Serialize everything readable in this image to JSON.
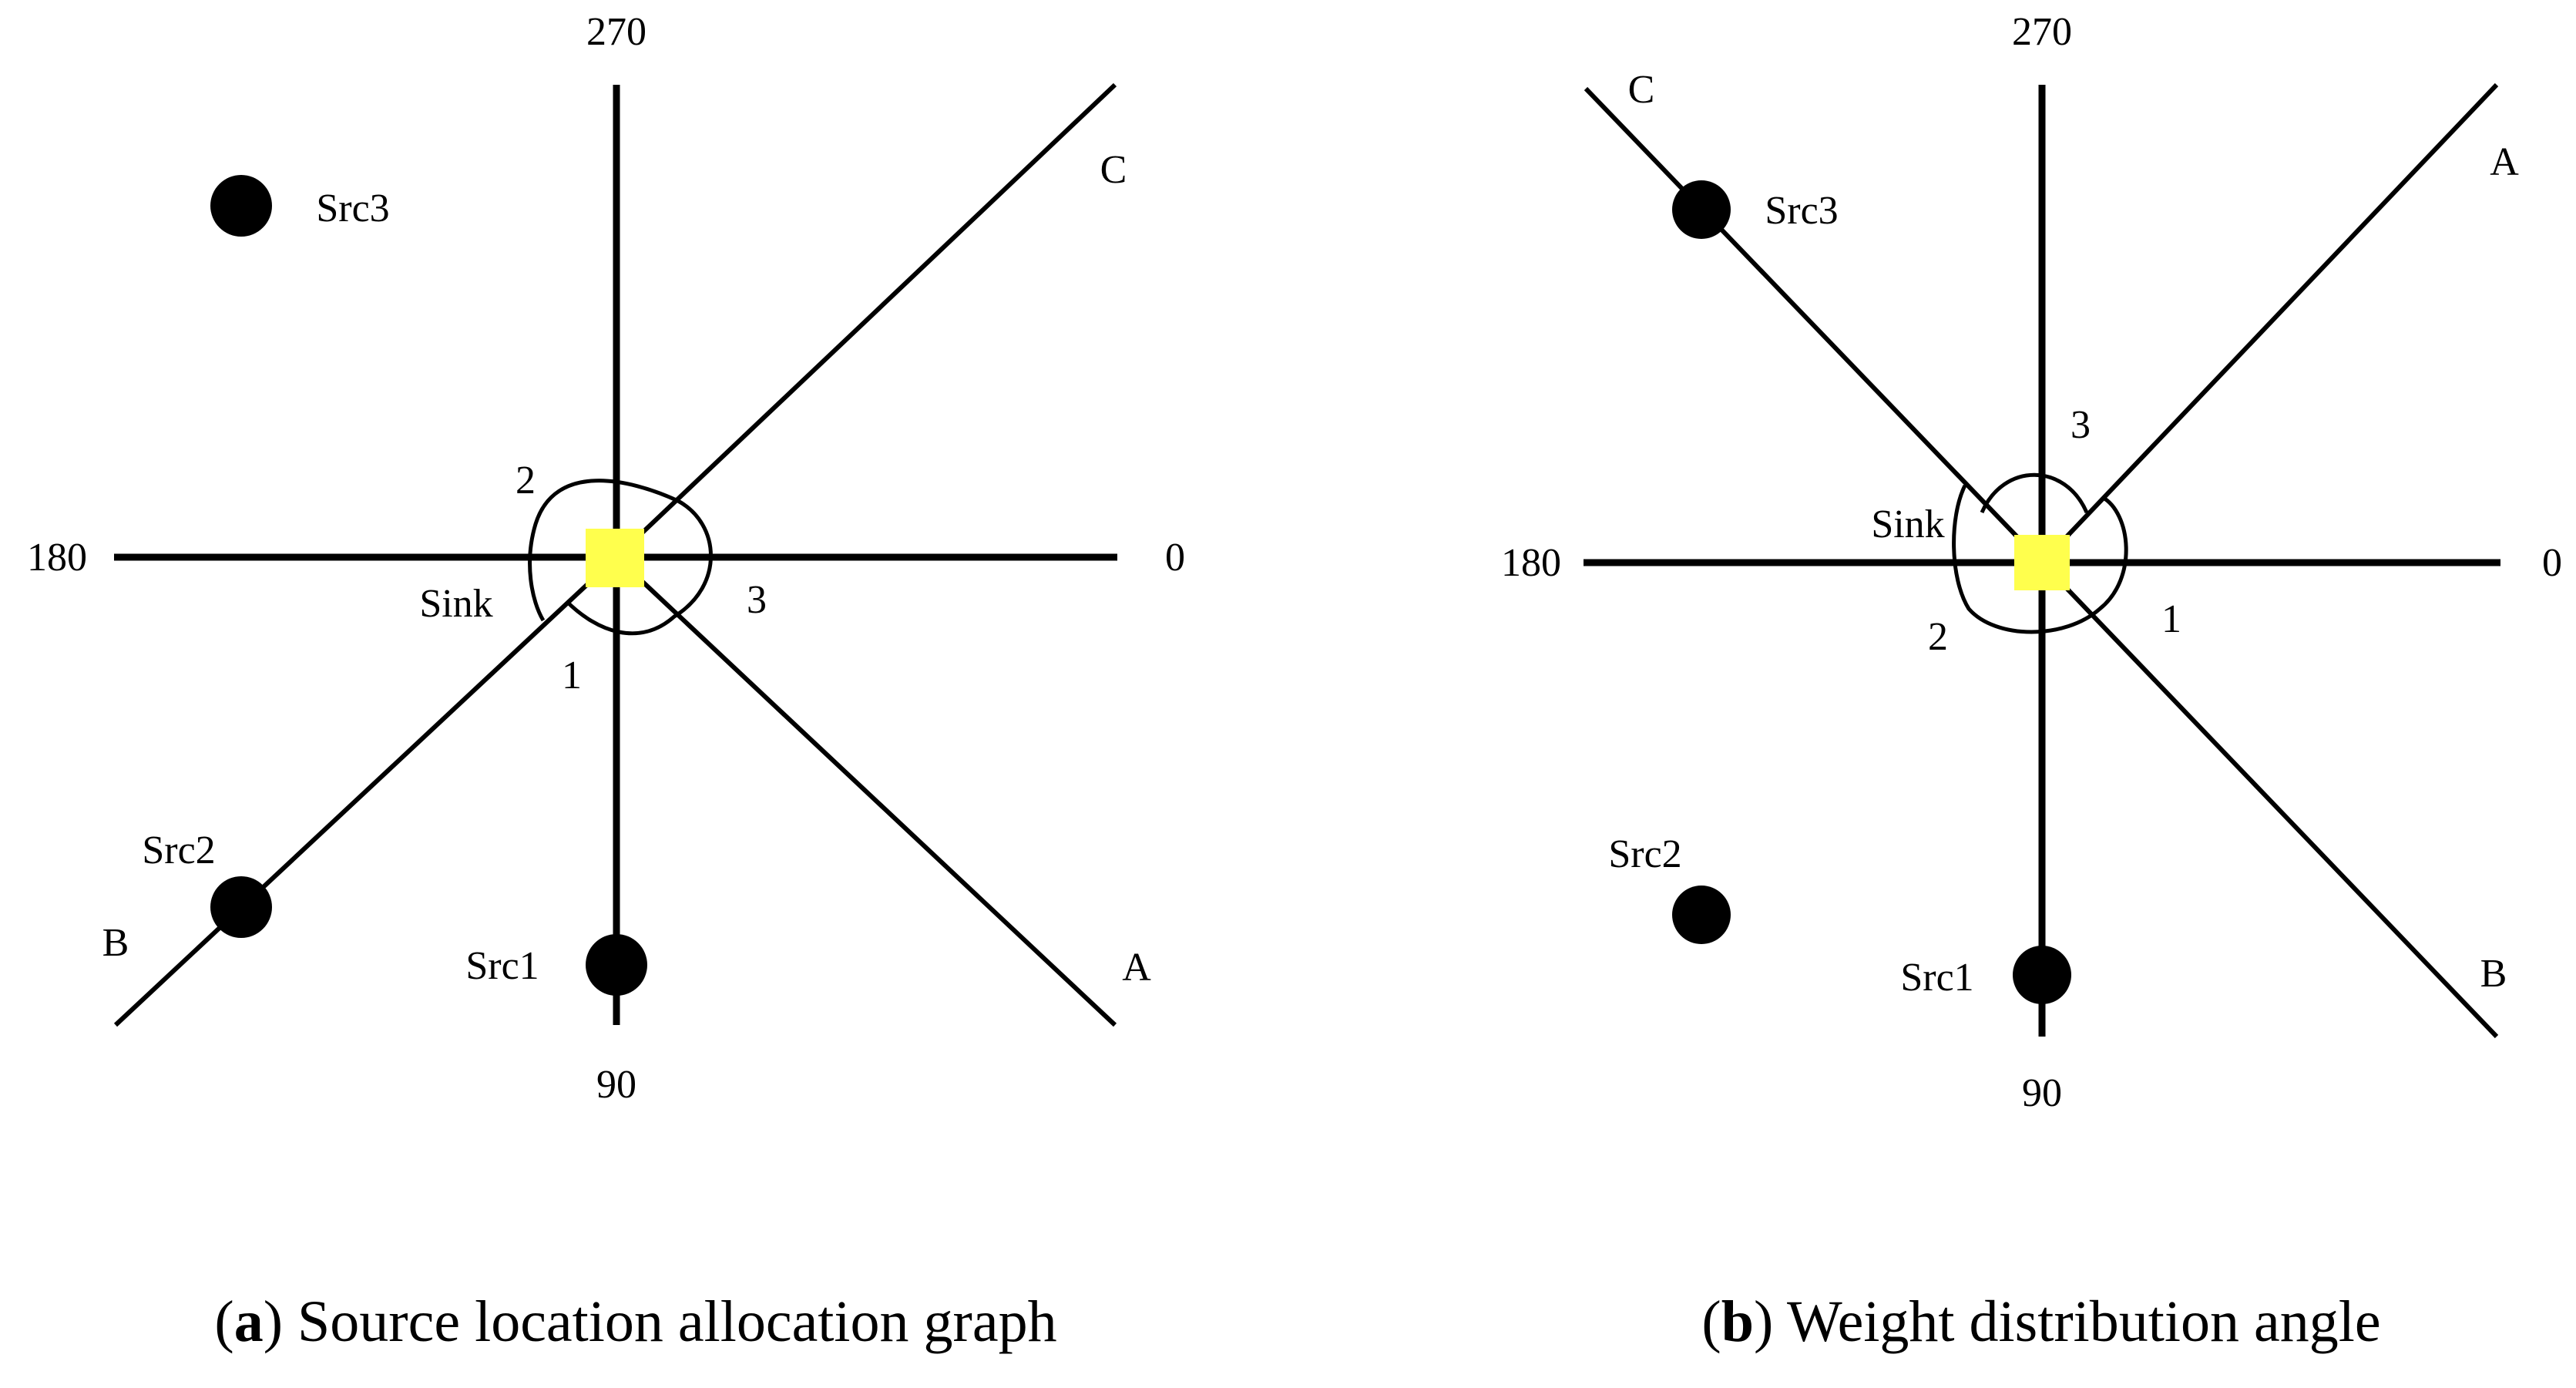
{
  "colors": {
    "line": "#000000",
    "sink": "#ffff4d",
    "source": "#000000",
    "background": "#ffffff"
  },
  "panel_a": {
    "angle_labels": {
      "deg0": "0",
      "deg90": "90",
      "deg180": "180",
      "deg270": "270"
    },
    "direction_labels": {
      "a": "A",
      "b": "B",
      "c": "C"
    },
    "sector_labels": {
      "s1": "1",
      "s2": "2",
      "s3": "3"
    },
    "sink_label": "Sink",
    "sources": {
      "src1": "Src1",
      "src2": "Src2",
      "src3": "Src3"
    },
    "caption": {
      "letter": "a",
      "open": "(",
      "close": ")",
      "text": " Source location allocation graph"
    }
  },
  "panel_b": {
    "angle_labels": {
      "deg0": "0",
      "deg90": "90",
      "deg180": "180",
      "deg270": "270"
    },
    "direction_labels": {
      "a": "A",
      "b": "B",
      "c": "C"
    },
    "sector_labels": {
      "s1": "1",
      "s2": "2",
      "s3": "3"
    },
    "sink_label": "Sink",
    "sources": {
      "src1": "Src1",
      "src2": "Src2",
      "src3": "Src3"
    },
    "caption": {
      "letter": "b",
      "open": "(",
      "close": ")",
      "text": " Weight distribution angle"
    }
  }
}
